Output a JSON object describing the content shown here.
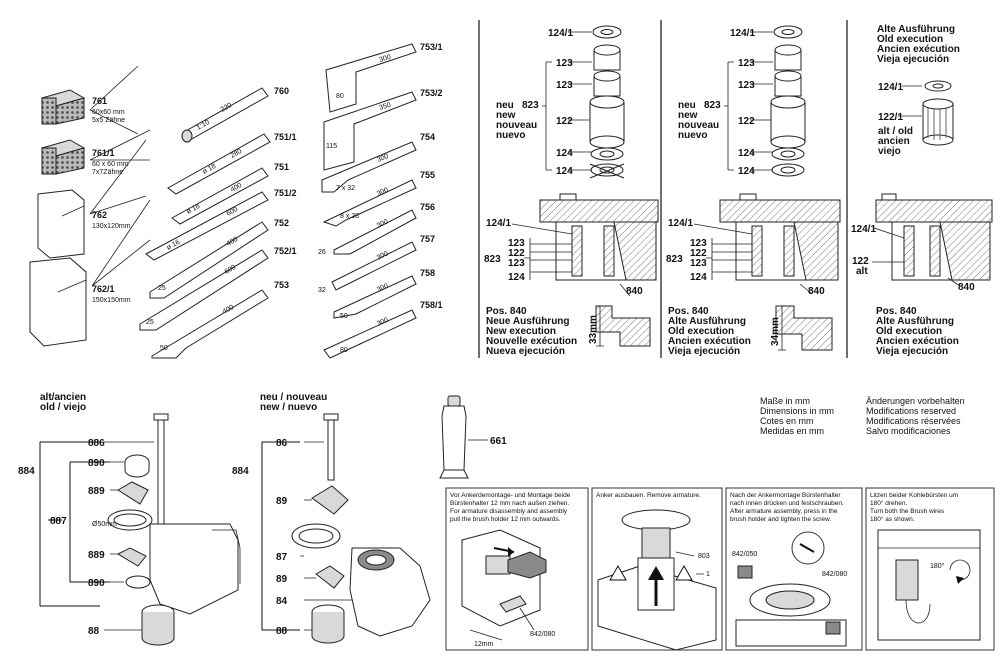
{
  "chisels_section": {
    "items": [
      {
        "ref": "761",
        "size": "60x60 mm",
        "teeth": "5x5 Zähne"
      },
      {
        "ref": "761/1",
        "size": "60 x 60 mm",
        "teeth": "7x7Zähne"
      },
      {
        "ref": "762",
        "size": "130x120mm"
      },
      {
        "ref": "762/1",
        "size": "150x150mm"
      }
    ],
    "tool_refs": [
      "760",
      "751/1",
      "751",
      "751/2",
      "752",
      "752/1",
      "753",
      "753/1",
      "753/2",
      "754",
      "755",
      "756",
      "757",
      "758",
      "758/1"
    ],
    "shaft_dims": [
      "220",
      "1:10",
      "280",
      "ø 18",
      "400",
      "ø 18",
      "600",
      "ø 16",
      "400",
      "25",
      "600",
      "25",
      "400",
      "50",
      "300",
      "80",
      "350",
      "115",
      "300",
      "7 x 32",
      "300",
      "8 x 28",
      "300",
      "26",
      "300",
      "32",
      "300",
      "50",
      "300",
      "80"
    ]
  },
  "bearing_new": {
    "items": [
      "124/1",
      "123",
      "123",
      "122",
      "124",
      "124"
    ],
    "group_ref": "823",
    "group_label": [
      "neu",
      "new",
      "nouveau",
      "nuevo"
    ],
    "section_items": [
      "124/1",
      "123",
      "122",
      "123",
      "124"
    ],
    "section_group": "823",
    "pos_ref": "840",
    "pos_title": "Pos. 840",
    "pos_text": [
      "Neue Ausführung",
      "New execution",
      "Nouvelle exécution",
      "Nueva ejecución"
    ],
    "dimension": "33mm"
  },
  "bearing_old": {
    "items": [
      "124/1",
      "123",
      "123",
      "122",
      "124",
      "124"
    ],
    "group_ref": "823",
    "group_label": [
      "neu",
      "new",
      "nouveau",
      "nuevo"
    ],
    "section_items": [
      "124/1",
      "123",
      "122",
      "123",
      "124"
    ],
    "section_group": "823",
    "pos_ref": "840",
    "pos_title": "Pos. 840",
    "pos_text": [
      "Alte Ausführung",
      "Old execution",
      "Ancien exécution",
      "Vieja ejecución"
    ],
    "dimension": "34mm"
  },
  "bearing_oldest": {
    "title": [
      "Alte Ausführung",
      "Old execution",
      "Ancien exécution",
      "Vieja ejecución"
    ],
    "items": [
      "124/1",
      "122/1"
    ],
    "alt_label": [
      "alt / old",
      "ancien",
      "viejo"
    ],
    "section_items": [
      "124/1",
      "122"
    ],
    "section_alt": "alt",
    "pos_ref": "840",
    "pos_title": "Pos. 840",
    "pos_text": [
      "Alte Ausführung",
      "Old execution",
      "Ancien exécution",
      "Vieja ejecución"
    ]
  },
  "handle_old": {
    "heading": "alt/ancien\nold / viejo",
    "heading_lines": [
      "alt/ancien",
      "old / viejo"
    ],
    "refs": [
      "886",
      "890",
      "889",
      "887",
      "889",
      "890",
      "88"
    ],
    "group": "884",
    "diameter": "Ø50mm"
  },
  "handle_new": {
    "heading_lines": [
      "neu / nouveau",
      "new / nuevo"
    ],
    "refs": [
      "86",
      "89",
      "87",
      "89",
      "84",
      "88"
    ],
    "group": "884"
  },
  "grease": {
    "ref": "661"
  },
  "notes": {
    "units": [
      "Maße in mm",
      "Dimensions in mm",
      "Cotes en mm",
      "Medidas en mm"
    ],
    "changes": [
      "Änderungen vorbehalten",
      "Modifications reserved",
      "Modifications réservées",
      "Salvo modificaciones"
    ]
  },
  "instructions": [
    {
      "text": [
        "Vor Ankerdemontage- und Montage beide",
        "Bürstenhalter 12 mm nach außen ziehen.",
        "For armature disassembly and assembly",
        "pull the brush holder 12 mm outwards."
      ],
      "labels": [
        "12mm",
        "842/080"
      ]
    },
    {
      "text": [
        "Anker ausbauen. Remove armature."
      ],
      "labels": [
        "803",
        "1"
      ]
    },
    {
      "text": [
        "Nach der Ankermontage Bürstenhalter",
        "nach innen drücken und festschrauben.",
        "After armature assembly, press in the",
        "brush holder and tighten the screw."
      ],
      "labels": [
        "842/050",
        "842/080"
      ]
    },
    {
      "text": [
        "Litzen beider Kohlebürsten um",
        "180° drehen.",
        "Turn both the Brush wires",
        "180° as shown."
      ],
      "labels": [
        "180°"
      ]
    }
  ]
}
